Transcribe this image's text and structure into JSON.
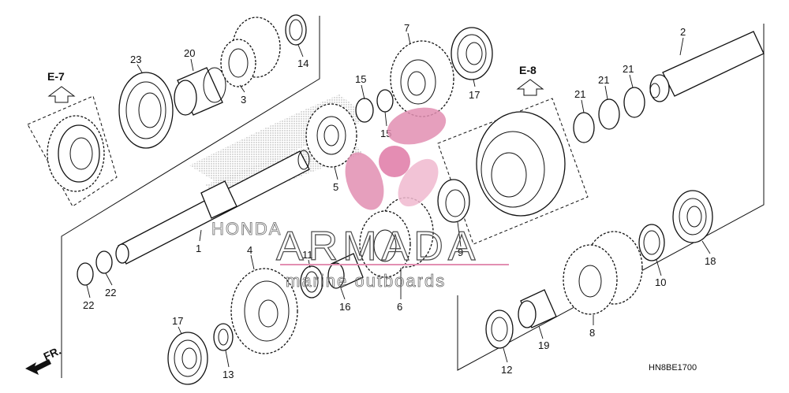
{
  "diagram": {
    "code": "HN8BE1700",
    "references": [
      {
        "id": "e7",
        "label": "E-7"
      },
      {
        "id": "e8",
        "label": "E-8"
      }
    ],
    "direction": "FR.",
    "callouts": [
      {
        "id": "c1",
        "label": "1"
      },
      {
        "id": "c2",
        "label": "2"
      },
      {
        "id": "c3",
        "label": "3"
      },
      {
        "id": "c4",
        "label": "4"
      },
      {
        "id": "c5",
        "label": "5"
      },
      {
        "id": "c6",
        "label": "6"
      },
      {
        "id": "c7",
        "label": "7"
      },
      {
        "id": "c8",
        "label": "8"
      },
      {
        "id": "c9",
        "label": "9"
      },
      {
        "id": "c10",
        "label": "10"
      },
      {
        "id": "c11",
        "label": "11"
      },
      {
        "id": "c12",
        "label": "12"
      },
      {
        "id": "c13",
        "label": "13"
      },
      {
        "id": "c14",
        "label": "14"
      },
      {
        "id": "c15a",
        "label": "15"
      },
      {
        "id": "c15b",
        "label": "15"
      },
      {
        "id": "c16",
        "label": "16"
      },
      {
        "id": "c17a",
        "label": "17"
      },
      {
        "id": "c17b",
        "label": "17"
      },
      {
        "id": "c18",
        "label": "18"
      },
      {
        "id": "c19",
        "label": "19"
      },
      {
        "id": "c20",
        "label": "20"
      },
      {
        "id": "c21a",
        "label": "21"
      },
      {
        "id": "c21b",
        "label": "21"
      },
      {
        "id": "c21c",
        "label": "21"
      },
      {
        "id": "c22a",
        "label": "22"
      },
      {
        "id": "c22b",
        "label": "22"
      },
      {
        "id": "c23",
        "label": "23"
      }
    ]
  },
  "watermark": {
    "brand": "ARMADA",
    "tagline": "marine outboards",
    "underlay": "HONDA",
    "accent_color": "#e28fb2"
  }
}
